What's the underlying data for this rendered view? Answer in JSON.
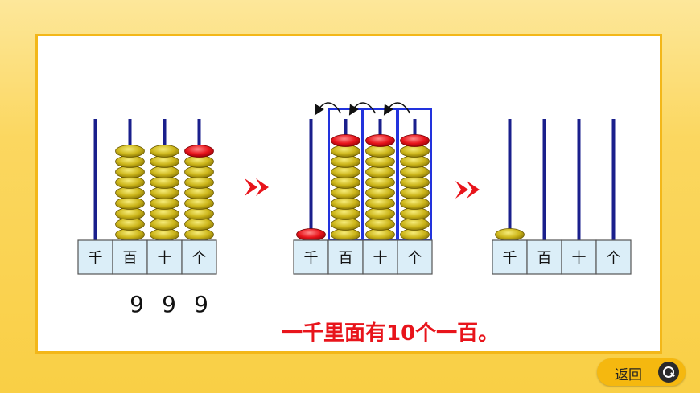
{
  "place_labels": [
    "千",
    "百",
    "十",
    "个"
  ],
  "digits": [
    "9",
    "9",
    "9"
  ],
  "caption": "一千里面有10个一百。",
  "back_button": {
    "label": "返回",
    "icon": "circular-arrow-icon"
  },
  "colors": {
    "frame": "#f9cf45",
    "card_border": "#f3b719",
    "rod": "#1a1f8c",
    "bead_gold": "#d7c120",
    "bead_red": "#e8141b",
    "label_box": "#dbeef8",
    "highlight": "#2233dd",
    "arrow": "#e8141b",
    "caption": "#e8141b"
  },
  "abaci": [
    {
      "name": "abacus-999",
      "beads": {
        "thousands": 0,
        "hundreds": 9,
        "tens": 9,
        "ones": 9
      },
      "red_top": [
        "ones"
      ]
    },
    {
      "name": "abacus-carry",
      "beads": {
        "thousands": 1,
        "hundreds": 10,
        "tens": 10,
        "ones": 10
      },
      "red_top": [
        "thousands",
        "hundreds",
        "tens",
        "ones"
      ],
      "highlighted": [
        "hundreds",
        "tens",
        "ones"
      ]
    },
    {
      "name": "abacus-1000",
      "beads": {
        "thousands": 1,
        "hundreds": 0,
        "tens": 0,
        "ones": 0
      },
      "red_top": []
    }
  ]
}
